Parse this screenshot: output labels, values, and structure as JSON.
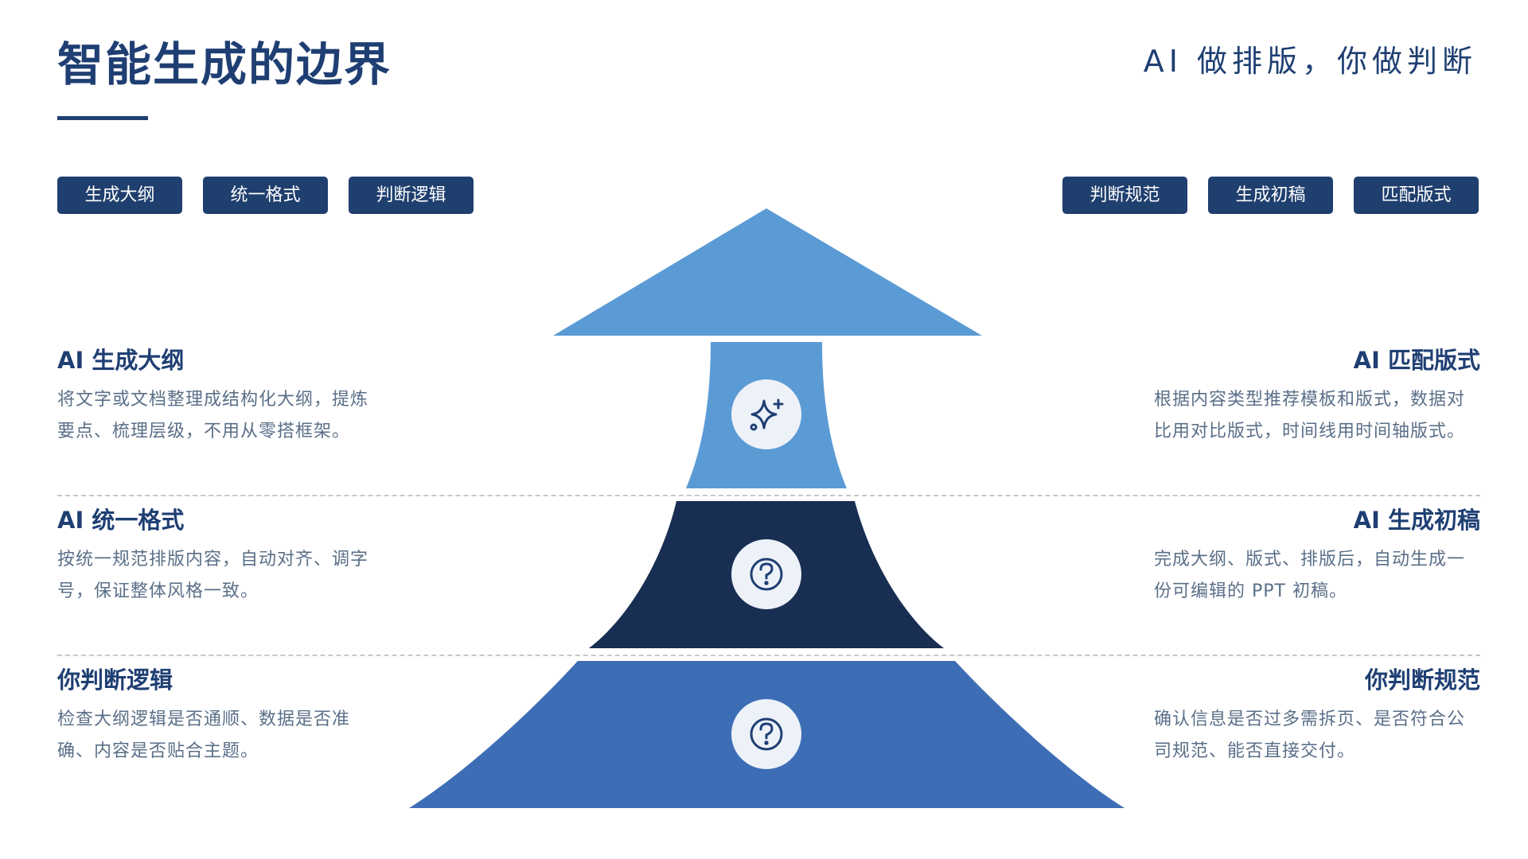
{
  "header": {
    "title": "智能生成的边界",
    "subtitle": "AI 做排版，你做判断"
  },
  "tags": {
    "left": [
      "生成大纲",
      "统一格式",
      "判断逻辑"
    ],
    "right": [
      "判断规范",
      "生成初稿",
      "匹配版式"
    ]
  },
  "left_blocks": [
    {
      "title": "AI 生成大纲",
      "desc": "将文字或文档整理成结构化大纲，提炼要点、梳理层级，不用从零搭框架。"
    },
    {
      "title": "AI 统一格式",
      "desc": "按统一规范排版内容，自动对齐、调字号，保证整体风格一致。"
    },
    {
      "title": "你判断逻辑",
      "desc": "检查大纲逻辑是否通顺、数据是否准确、内容是否贴合主题。"
    }
  ],
  "right_blocks": [
    {
      "title": "AI 匹配版式",
      "desc": "根据内容类型推荐模板和版式，数据对比用对比版式，时间线用时间轴版式。"
    },
    {
      "title": "AI 生成初稿",
      "desc": "完成大纲、版式、排版后，自动生成一份可编辑的 PPT 初稿。"
    },
    {
      "title": "你判断规范",
      "desc": "确认信息是否过多需拆页、是否符合公司规范、能否直接交付。"
    }
  ],
  "pyramid": {
    "layers": [
      {
        "icon": "sparkle-icon",
        "color": "#5b9bd5"
      },
      {
        "icon": "question-circle-icon",
        "color": "#182e52"
      },
      {
        "icon": "question-circle-icon",
        "color": "#3d6db5"
      }
    ],
    "tip_color": "#5b9bd5"
  },
  "colors": {
    "primary": "#1f3f73",
    "pill_bg": "#1f3f6e",
    "text_muted": "#5a6f88",
    "icon_circle": "#edf2f9"
  }
}
